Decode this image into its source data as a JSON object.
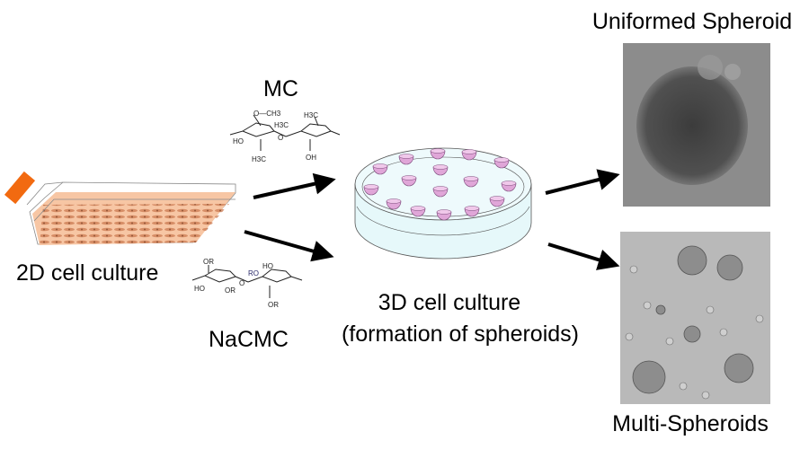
{
  "labels": {
    "mc": "MC",
    "nacmc": "NaCMC",
    "culture_2d": "2D cell culture",
    "culture_3d": "3D cell culture",
    "culture_3d_sub": "(formation of spheroids)",
    "uniformed": "Uniformed Spheroid",
    "multi": "Multi-Spheroids"
  },
  "mc_structure": {
    "g1": "O—CH3",
    "g2": "HO",
    "g3": "H3C",
    "g4": "H3C",
    "g5": "H3C",
    "g6": "OH",
    "g7": "O"
  },
  "nacmc_structure": {
    "g1": "OR",
    "g2": "HO",
    "g3": "OR",
    "g4": "RO",
    "g5": "HO",
    "g6": "OR",
    "g7": "O"
  },
  "colors": {
    "flask_cap": "#f26a10",
    "medium": "#f7c6a4",
    "cells": "#c9774e",
    "dish": "#e6f8fa",
    "cup": "#e0a6d8",
    "arrow": "#000000"
  }
}
